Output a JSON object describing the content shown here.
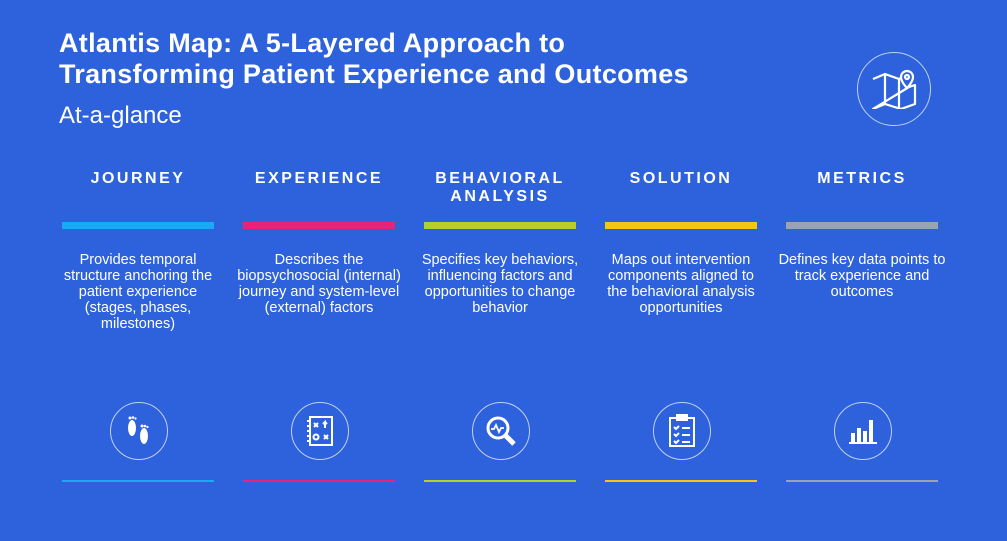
{
  "header": {
    "title_line1": "Atlantis Map: A 5-Layered Approach to",
    "title_line2": "Transforming Patient Experience and Outcomes",
    "subtitle": "At-a-glance",
    "icon": "map-pin-icon"
  },
  "layers": [
    {
      "name": "JOURNEY",
      "color": "#1aa9f5",
      "description": "Provides temporal structure anchoring the patient experience (stages, phases, milestones)",
      "icon": "footprints-icon"
    },
    {
      "name": "EXPERIENCE",
      "color": "#e8247a",
      "description": "Describes the biopsychosocial (internal) journey and system-level (external) factors",
      "icon": "strategy-board-icon"
    },
    {
      "name": "BEHAVIORAL ANALYSIS",
      "color": "#b4d12a",
      "description": "Specifies key behaviors, influencing factors and opportunities to change behavior",
      "icon": "magnifier-pulse-icon"
    },
    {
      "name": "SOLUTION",
      "color": "#f5c518",
      "description": "Maps out intervention components aligned to the behavioral analysis opportunities",
      "icon": "clipboard-checklist-icon"
    },
    {
      "name": "METRICS",
      "color": "#9aa3b5",
      "description": "Defines key data points to track experience and outcomes",
      "icon": "bar-chart-icon"
    }
  ]
}
